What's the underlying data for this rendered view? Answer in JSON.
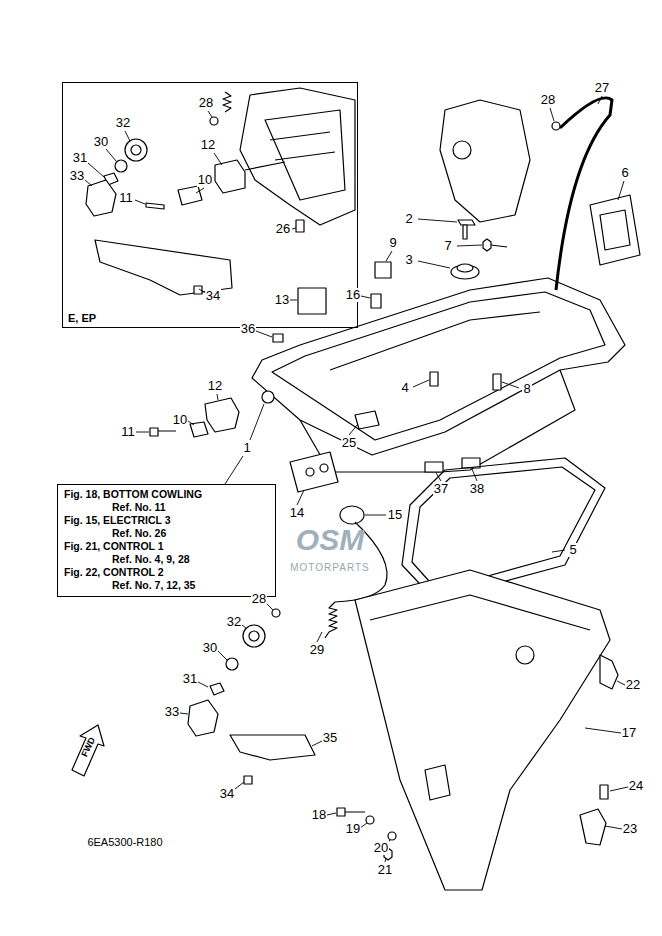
{
  "diagram": {
    "nodes": [
      {
        "text": [
          "E, EP"
        ]
      },
      {
        "text": [
          "Fig. 18, BOTTOM COWLING",
          "Ref. No. 11",
          "Fig. 15, ELECTRICL 3",
          "Ref. No. 26",
          "Fig. 21, CONTROL 1",
          "Ref. No. 4, 9, 28",
          "Fig. 22, CONTROL 2",
          "Ref. No. 7, 12, 35"
        ]
      }
    ],
    "labels": [
      "28",
      "32",
      "30",
      "12",
      "31",
      "10",
      "33",
      "11",
      "26",
      "34",
      "27",
      "28",
      "6",
      "2",
      "9",
      "7",
      "3",
      "16",
      "13",
      "36",
      "12",
      "4",
      "8",
      "10",
      "11",
      "25",
      "1",
      "37",
      "38",
      "14",
      "15",
      "5",
      "28",
      "32",
      "29",
      "30",
      "31",
      "22",
      "33",
      "17",
      "35",
      "24",
      "34",
      "18",
      "19",
      "23",
      "20",
      "21",
      "FWD",
      "6EA5300-R180",
      "OSM",
      "MOTORPARTS"
    ]
  }
}
